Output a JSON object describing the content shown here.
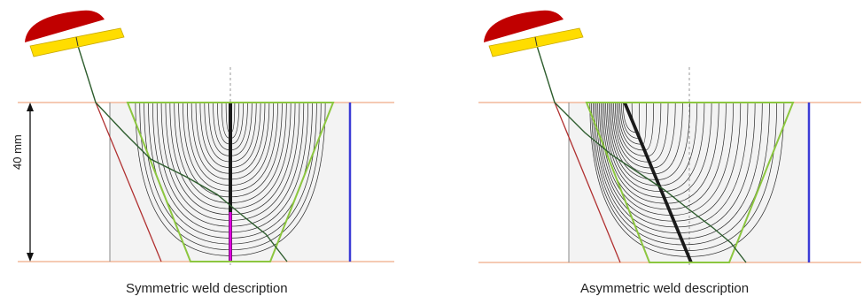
{
  "panels": [
    {
      "id": "symmetric",
      "caption": "Symmetric weld description"
    },
    {
      "id": "asymmetric",
      "caption": "Asymmetric weld description"
    }
  ],
  "dimension": {
    "label": "40 mm"
  },
  "colors": {
    "surface_line": "#f2b89a",
    "block_fill": "#f3f3f3",
    "bevel": "#8cc63f",
    "grain_lines": "#2b2b2b",
    "back_wall": "#3b3bd6",
    "ray_red": "#b03030",
    "ray_green": "#2e5d2e",
    "probe_red": "#c00000",
    "probe_yellow": "#ffdd00",
    "centerline": "#999999",
    "magenta_marker": "#e000e0"
  },
  "icons": [
    "ultrasonic-probe-icon"
  ]
}
